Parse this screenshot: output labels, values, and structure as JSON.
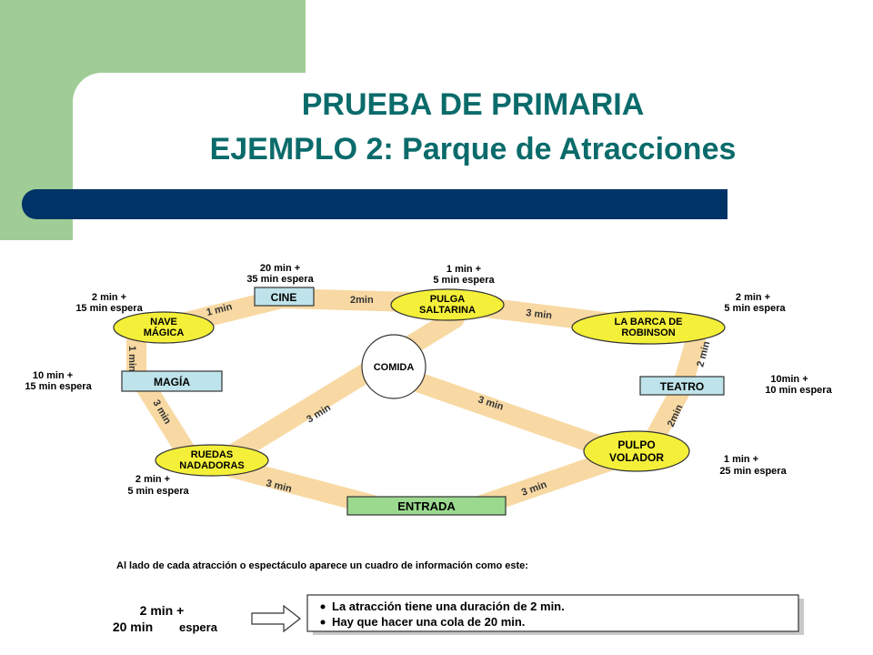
{
  "title_line1": "PRUEBA DE PRIMARIA",
  "title_line2": "EJEMPLO 2: Parque de Atracciones",
  "nodes": {
    "cine": {
      "label": "CINE",
      "info1": "20 min +",
      "info2": "35 min espera"
    },
    "pulga": {
      "label1": "PULGA",
      "label2": "SALTARINA",
      "info1": "1 min +",
      "info2": "5 min espera"
    },
    "nave": {
      "label1": "NAVE",
      "label2": "MÁGICA",
      "info1": "2 min +",
      "info2": "15 min espera"
    },
    "barca": {
      "label1": "LA BARCA DE",
      "label2": "ROBINSON",
      "info1": "2 min +",
      "info2": "5 min espera"
    },
    "magia": {
      "label": "MAGÍA",
      "info1": "10 min +",
      "info2": "15 min espera"
    },
    "teatro": {
      "label": "TEATRO",
      "info1": "10min +",
      "info2": "10 min espera"
    },
    "comida": {
      "label": "COMIDA"
    },
    "ruedas": {
      "label1": "RUEDAS",
      "label2": "NADADORAS",
      "info1": "2 min +",
      "info2": "5 min espera"
    },
    "pulpo": {
      "label1": "PULPO",
      "label2": "VOLADOR",
      "info1": "1 min +",
      "info2": "25 min espera"
    },
    "entrada": {
      "label": "ENTRADA"
    }
  },
  "edges": {
    "nave_cine": "1 min",
    "cine_pulga": "2min",
    "pulga_barca": "3 min",
    "nave_magia": "1 min",
    "barca_teatro": "2 min",
    "magia_ruedas": "3 min",
    "teatro_pulpo": "2min",
    "comida_ruedas": "3 min",
    "comida_pulpo": "3 min",
    "ruedas_entrada": "3 min",
    "entrada_pulpo": "3 min"
  },
  "legend": {
    "intro": "Al lado de cada atracción o espectáculo aparece un cuadro de información como este:",
    "example1": "2 min +",
    "example2a": "20 min",
    "example2b": "espera",
    "bullet1": "La atracción tiene una duración de 2 min.",
    "bullet2": "Hay que hacer una cola de 20 min."
  },
  "colors": {
    "path": "#f8d9a3",
    "ellipse": "#f4f03a",
    "box_blue": "#bfe3ea",
    "box_green": "#9bd98f",
    "title": "#0b6b6b",
    "bar": "#003366",
    "deco": "#9fcd95"
  }
}
